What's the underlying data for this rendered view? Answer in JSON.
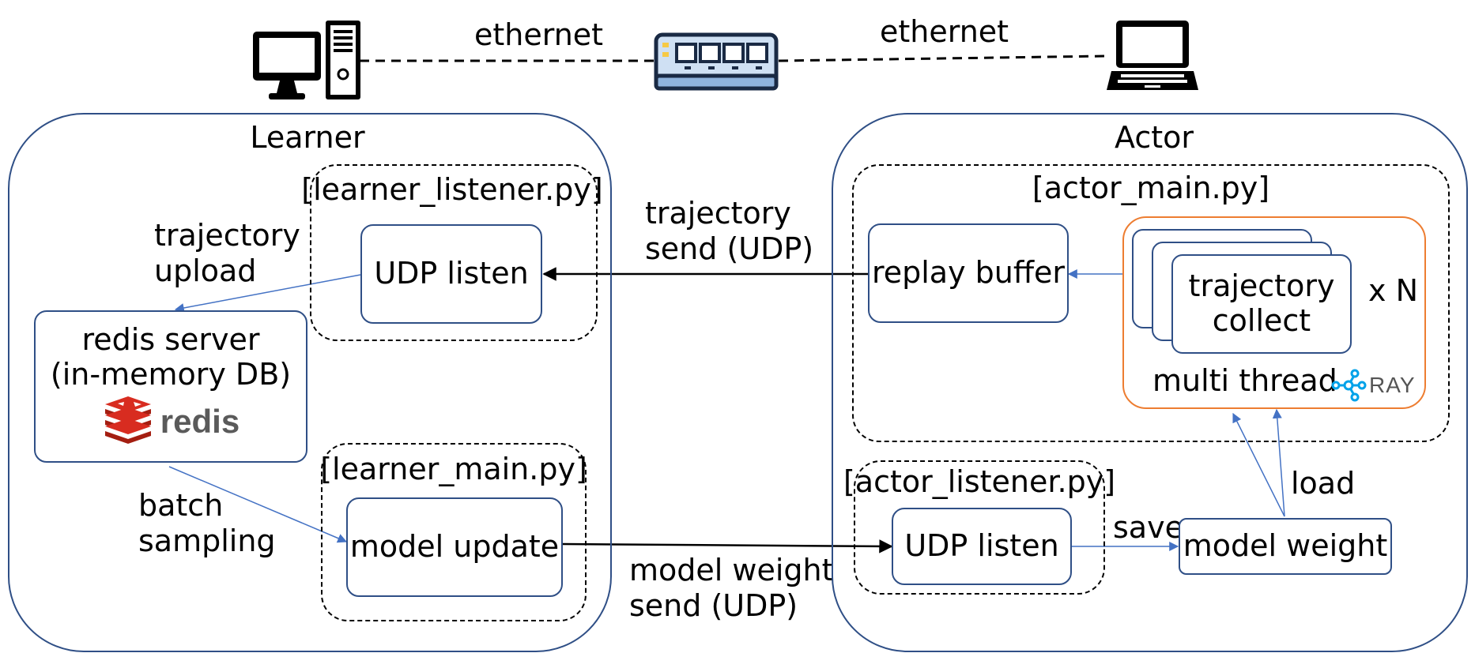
{
  "network": {
    "left_link_label": "ethernet",
    "right_link_label": "ethernet",
    "devices": [
      "desktop-pc-icon",
      "network-switch-icon",
      "laptop-icon"
    ]
  },
  "learner": {
    "title": "Learner",
    "listener_file": "[learner_listener.py]",
    "udp_listen": "UDP listen",
    "redis_line1": "redis server",
    "redis_line2": "(in-memory DB)",
    "redis_logo_text": "redis",
    "main_file": "[learner_main.py]",
    "model_update": "model update",
    "upload_line1": "trajectory",
    "upload_line2": "upload",
    "batch_line1": "batch",
    "batch_line2": "sampling"
  },
  "actor": {
    "title": "Actor",
    "main_file": "[actor_main.py]",
    "replay_buffer": "replay buffer",
    "collect_line1": "trajectory",
    "collect_line2": "collect",
    "multiplier": "x N",
    "multi_thread": "multi thread",
    "ray_logo_text": "RAY",
    "listener_file": "[actor_listener.py]",
    "udp_listen": "UDP listen",
    "model_weight": "model weight",
    "save_label": "save",
    "load_label": "load"
  },
  "transfers": {
    "traj_line1": "trajectory",
    "traj_line2": "send (UDP)",
    "weight_line1": "model weight",
    "weight_line2": "send (UDP)"
  },
  "colors": {
    "region_border": "#2f4f86",
    "blue_arrow": "#4472c4",
    "ray_box": "#ed7d31",
    "redis_red": "#d82c20",
    "ray_blue": "#00a2e9"
  }
}
